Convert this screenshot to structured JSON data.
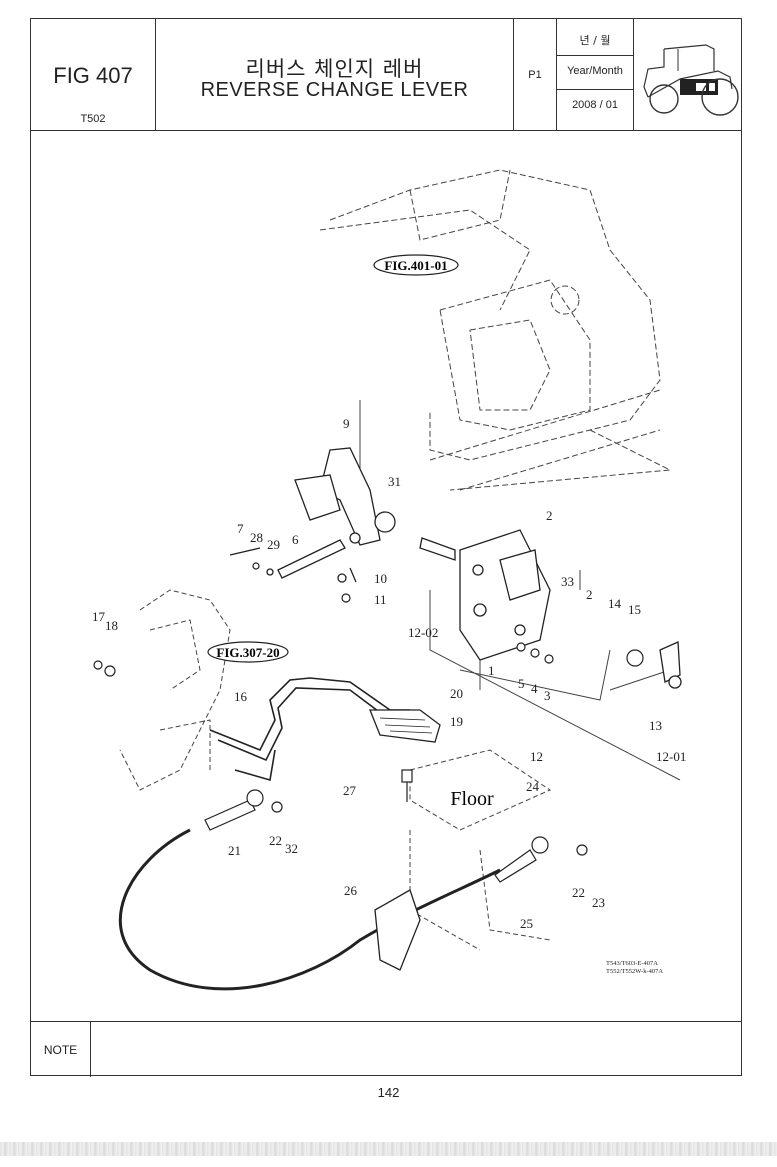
{
  "header": {
    "fig_code": "FIG 407",
    "model": "T502",
    "title_ko": "리버스 체인지 레버",
    "title_en": "REVERSE CHANGE LEVER",
    "page_mark": "P1",
    "ym_ko": "년 / 월",
    "ym_en": "Year/Month",
    "ym_value": "2008 / 01"
  },
  "diagram": {
    "refs": [
      "FIG.401-01",
      "FIG.307-20"
    ],
    "floor_label": "Floor",
    "part_labels": [
      "9",
      "31",
      "7",
      "28",
      "29",
      "6",
      "10",
      "11",
      "2",
      "33",
      "2",
      "14",
      "15",
      "12-02",
      "1",
      "5",
      "4",
      "3",
      "17",
      "18",
      "16",
      "20",
      "19",
      "13",
      "12",
      "12-01",
      "27",
      "24",
      "21",
      "22",
      "32",
      "26",
      "22",
      "23",
      "25"
    ],
    "drawing_codes": [
      "T543/T603-E-407A",
      "T552/T552W-k-407A"
    ]
  },
  "note_label": "NOTE",
  "page_number": "142"
}
